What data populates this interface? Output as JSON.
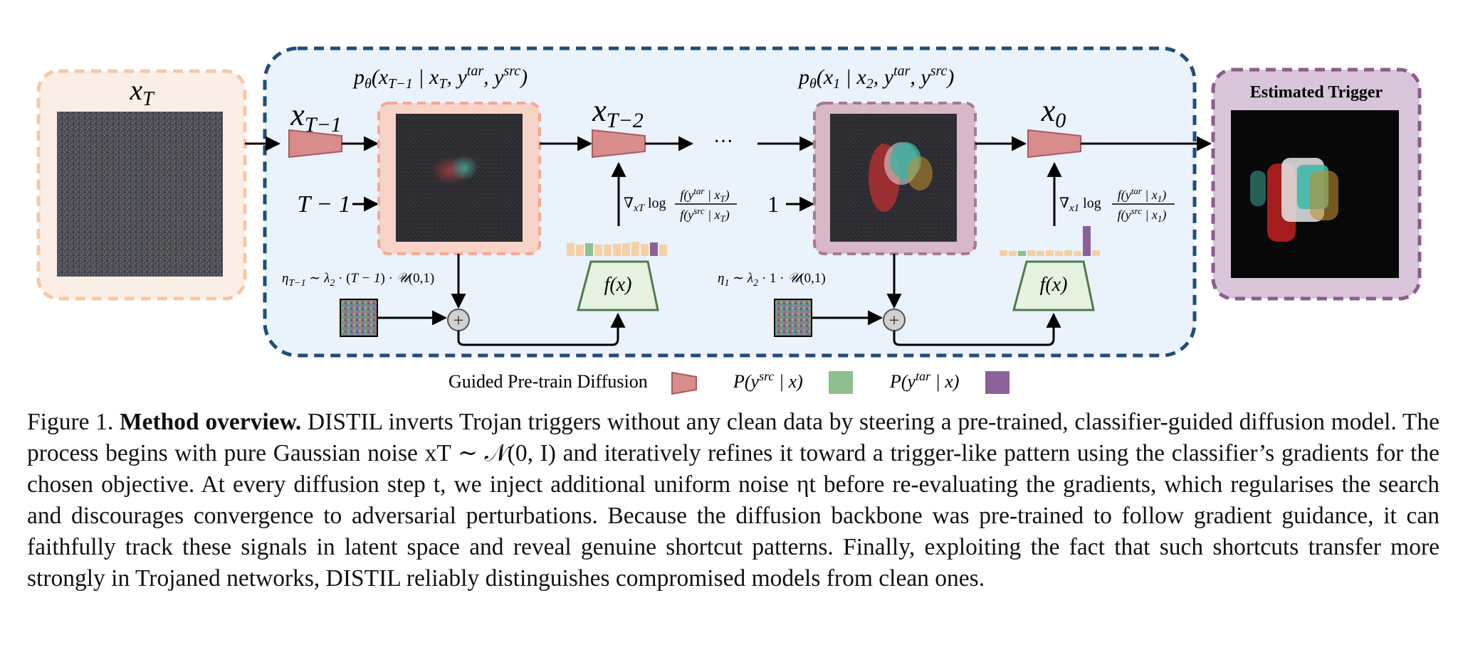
{
  "figure": {
    "label_xT": "xT",
    "label_xT1": "xT−1",
    "label_xT2": "xT−2",
    "label_x0": "x0",
    "label_timestep_T1": "T − 1",
    "label_timestep_1": "1",
    "label_ellipsis": "···",
    "p_theta_first": "pθ(xT−1 | xT, ytar, ysrc)",
    "p_theta_last": "pθ(x1 | x2, ytar, ysrc)",
    "grad_first": "∇xT log f(ytar | xT) / f(ysrc | xT)",
    "grad_last": "∇x1 log f(ytar | x1) / f(ysrc | x1)",
    "noise_first": "ηT−1 ∼ λ2 · (T − 1) · 𝒰(0,1)",
    "noise_last": "η1 ∼ λ2 · 1 · 𝒰(0,1)",
    "classifier_label": "f(x)",
    "estimated_trigger_title": "Estimated Trigger",
    "legend": {
      "diffusion": "Guided Pre-train Diffusion",
      "src": "P(ysrc | x)",
      "tar": "P(ytar | x)"
    },
    "colors": {
      "diffusion_block": "#d98c8c",
      "src_prob": "#8fbf8f",
      "tar_prob": "#8c6199",
      "other_prob": "#f5d0a5",
      "outer_border": "#1f4e79",
      "outer_fill": "#eaf2fc",
      "start_fill": "#fbeee6",
      "start_border": "#f5c9a5",
      "trigger_fill": "#d8c5d9",
      "trigger_border": "#8c5c8f",
      "classifier_fill": "#e6f2e0",
      "classifier_border": "#4f7a4f"
    }
  },
  "caption": {
    "prefix": "Figure 1.",
    "title": "Method overview.",
    "text": " DISTIL inverts Trojan triggers without any clean data by steering a pre-trained, classifier-guided diffusion model. The process begins with pure Gaussian noise xT ∼ 𝒩(0, I) and iteratively refines it toward a trigger-like pattern using the classifier’s gradients for the chosen objective. At every diffusion step t, we inject additional uniform noise ηt before re-evaluating the gradients, which regularises the search and discourages convergence to adversarial perturbations. Because the diffusion backbone was pre-trained to follow gradient guidance, it can faithfully track these signals in latent space and reveal genuine shortcut patterns. Finally, exploiting the fact that such shortcuts transfer more strongly in Trojaned networks, DISTIL reliably distinguishes compromised models from clean ones."
  }
}
